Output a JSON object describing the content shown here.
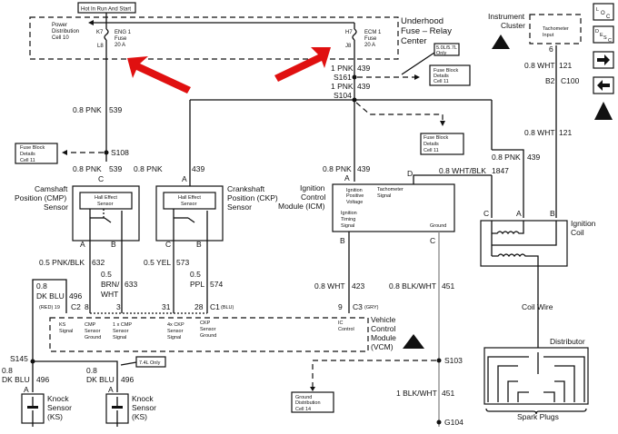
{
  "header_note": "Hot In Run And Start",
  "underhood": {
    "title_lines": [
      "Underhood",
      "Fuse – Relay",
      "Center"
    ],
    "power_distribution": [
      "Power",
      "Distribution",
      "Cell 10"
    ],
    "eng_fuse": {
      "top_pin": "K7",
      "bottom_pin": "L8",
      "lines": [
        "ENG 1",
        "Fuse",
        "20 A"
      ]
    },
    "ecm_fuse": {
      "top_pin": "H7",
      "bottom_pin": "J8",
      "lines": [
        "ECM 1",
        "Fuse",
        "20 A"
      ]
    }
  },
  "notes": {
    "only_5057": [
      "5.0L/5.7L",
      "Only"
    ],
    "only_74": "7.4L Only",
    "fuse_block": [
      "Fuse Block",
      "Details",
      "Cell 11"
    ],
    "ground_dist": [
      "Ground",
      "Distribution",
      "Cell 14"
    ]
  },
  "wires": {
    "pnk439_top": {
      "gauge": "1 PNK",
      "circuit": "439"
    },
    "pnk439_mid": {
      "gauge": "1 PNK",
      "circuit": "439"
    },
    "pnk539_a": {
      "gauge": "0.8 PNK",
      "circuit": "539"
    },
    "pnk539_b": {
      "gauge": "0.8 PNK",
      "circuit": "539"
    },
    "pnk439_ckp": {
      "gauge": "0.8 PNK",
      "circuit": "439"
    },
    "pnk439_icm": {
      "gauge": "0.8 PNK",
      "circuit": "439"
    },
    "pnk439_coil": {
      "gauge": "0.8 PNK",
      "circuit": "439"
    },
    "wht121_a": {
      "gauge": "0.8 WHT",
      "circuit": "121"
    },
    "wht121_b": {
      "gauge": "0.8 WHT",
      "circuit": "121"
    },
    "whtblk1847": {
      "gauge": "0.8 WHT/BLK",
      "circuit": "1847"
    },
    "pnkblk632": {
      "gauge": "0.5 PNK/BLK",
      "circuit": "632"
    },
    "brnwht633": {
      "gauge_lines": [
        "0.5",
        "BRN/",
        "WHT"
      ],
      "circuit": "633"
    },
    "yel573": {
      "gauge": "0.5 YEL",
      "circuit": "573"
    },
    "ppl574": {
      "gauge_lines": [
        "0.5",
        "PPL"
      ],
      "circuit": "574"
    },
    "dkblu496_a": {
      "gauge_lines": [
        "0.8",
        "DK BLU"
      ],
      "circuit": "496"
    },
    "dkblu496_b": {
      "gauge_lines": [
        "0.8",
        "DK BLU"
      ],
      "circuit": "496"
    },
    "dkblu496_c": {
      "gauge_lines": [
        "0.8",
        "DK BLU"
      ],
      "circuit": "496"
    },
    "wht423": {
      "gauge": "0.8 WHT",
      "circuit": "423"
    },
    "blkwht451_a": {
      "gauge": "0.8 BLK/WHT",
      "circuit": "451"
    },
    "blkwht451_b": {
      "gauge": "1 BLK/WHT",
      "circuit": "451"
    }
  },
  "splices": {
    "s161": "S161",
    "s104": "S104",
    "s108": "S108",
    "s145": "S145",
    "s103": "S103",
    "g104": "G104"
  },
  "connectors": {
    "c100_pin": "B2",
    "c100": "C100",
    "ic_pin": "6",
    "c2_pin_red": "(RED) 19",
    "c2": "C2",
    "c2_pin8": "8",
    "c2_pin3": "3",
    "c1_pin31": "31",
    "c1_pin28": "28",
    "c1": "C1",
    "c1_color": "(BLU)",
    "c3_pin": "9",
    "c3": "C3",
    "c3_color": "(GRY)"
  },
  "cmp": {
    "label_lines": [
      "Camshaft",
      "Position (CMP)",
      "Sensor"
    ],
    "inner": [
      "Hall Effect",
      "Sensor"
    ],
    "pin_top": "C",
    "pin_a": "A",
    "pin_b": "B"
  },
  "ckp": {
    "label_lines": [
      "Crankshaft",
      "Position (CKP)",
      "Sensor"
    ],
    "inner": [
      "Hall Effect",
      "Sensor"
    ],
    "pin_top": "A",
    "pin_c": "C",
    "pin_b": "B"
  },
  "icm": {
    "label_lines": [
      "Ignition",
      "Control",
      "Module (ICM)"
    ],
    "pos_voltage": [
      "Ignition",
      "Positive",
      "Voltage"
    ],
    "tach_signal": [
      "Tachometer",
      "Signal"
    ],
    "timing": [
      "Ignition",
      "Timing",
      "Signal"
    ],
    "ground": "Ground",
    "pin_a": "A",
    "pin_b": "B",
    "pin_c": "C",
    "pin_d": "D"
  },
  "coil": {
    "label_lines": [
      "Ignition",
      "Coil"
    ],
    "pin_c": "C",
    "pin_a": "A",
    "pin_b": "B"
  },
  "instrument_cluster": {
    "label_lines": [
      "Instrument",
      "Cluster"
    ],
    "tach_input": [
      "Tachometer",
      "Input"
    ]
  },
  "vcm": {
    "label_lines": [
      "Vehicle",
      "Control",
      "Module",
      "(VCM)"
    ],
    "ks_signal": [
      "KS",
      "Signal"
    ],
    "cmp_ground": [
      "CMP",
      "Sensor",
      "Ground"
    ],
    "cmp_signal": [
      "1 x CMP",
      "Sensor",
      "Signal"
    ],
    "ckp4x": [
      "4x CKP",
      "Sensor",
      "Signal"
    ],
    "ckp_ground": [
      "CKP",
      "Sensor",
      "Ground"
    ],
    "ic_control": [
      "IC",
      "Control"
    ]
  },
  "knock_sensor": {
    "label_lines": [
      "Knock",
      "Sensor",
      "(KS)"
    ],
    "pin": "A"
  },
  "coil_wire": "Coil Wire",
  "distributor": "Distributor",
  "spark_plugs": "Spark Plugs",
  "side_buttons": [
    {
      "name": "loc-button",
      "label": "LOC"
    },
    {
      "name": "desc-button",
      "label": "DESC"
    },
    {
      "name": "next-arrow-button",
      "label": "→"
    },
    {
      "name": "prev-arrow-button",
      "label": "←"
    },
    {
      "name": "esd-button",
      "label": "ESD"
    }
  ]
}
